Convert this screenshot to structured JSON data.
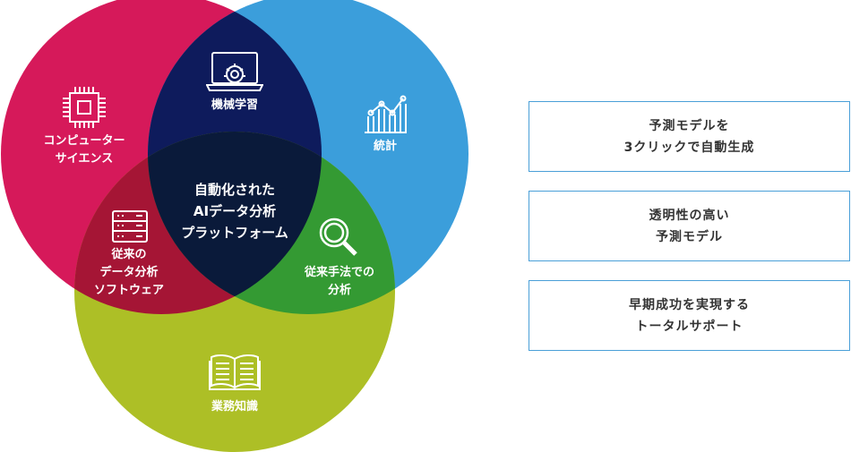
{
  "colors": {
    "cs": "#d6195a",
    "stats": "#3b9edb",
    "biz": "#adbf26",
    "cs_stats": "#0e1b5c",
    "cs_biz": "#a51535",
    "stats_biz": "#349a33",
    "center": "#0a1a3a",
    "box_border": "#4a9fd8"
  },
  "venn": {
    "computer_science": [
      "コンピューター",
      "サイエンス"
    ],
    "statistics": "統計",
    "business_knowledge": "業務知識",
    "machine_learning": "機械学習",
    "legacy_software": [
      "従来の",
      "データ分析",
      "ソフトウェア"
    ],
    "traditional_analysis": [
      "従来手法での",
      "分析"
    ],
    "center": [
      "自動化された",
      "AIデータ分析",
      "プラットフォーム"
    ]
  },
  "features": [
    {
      "lines": [
        "予測モデルを",
        "3クリックで自動生成"
      ]
    },
    {
      "lines": [
        "透明性の高い",
        "予測モデル"
      ]
    },
    {
      "lines": [
        "早期成功を実現する",
        "トータルサポート"
      ]
    }
  ]
}
